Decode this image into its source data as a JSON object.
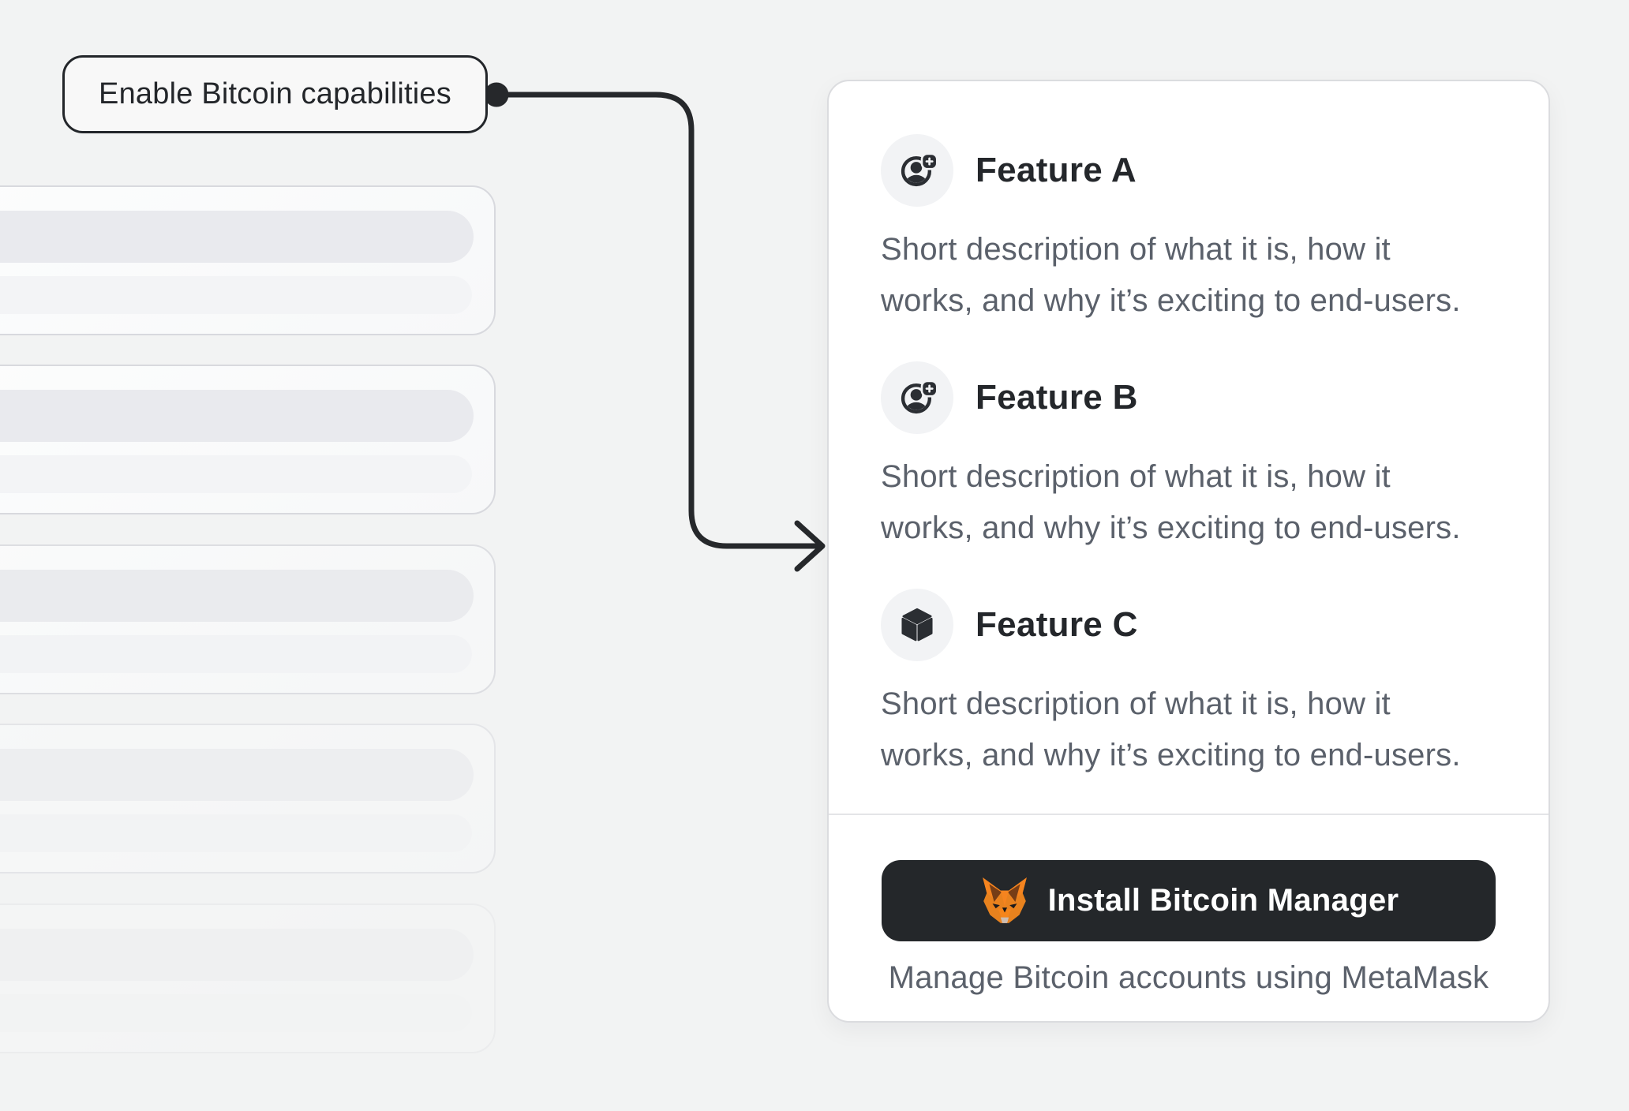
{
  "callout": {
    "label": "Enable Bitcoin capabilities"
  },
  "panel": {
    "features": [
      {
        "title": "Feature A",
        "icon": "user-plus-icon",
        "description_lines": [
          "Short description of what it is, how it",
          "works, and why it’s exciting to end-users."
        ]
      },
      {
        "title": "Feature B",
        "icon": "user-plus-icon",
        "description_lines": [
          "Short description of what it is, how it",
          "works, and why it’s exciting to end-users."
        ]
      },
      {
        "title": "Feature C",
        "icon": "cube-icon",
        "description_lines": [
          "Short description of what it is, how it",
          "works, and why it’s exciting to end-users."
        ]
      }
    ],
    "cta": {
      "label": "Install Bitcoin Manager",
      "icon": "metamask-fox-icon"
    },
    "caption": "Manage Bitcoin accounts using MetaMask"
  },
  "colors": {
    "page_background": "#f2f3f3",
    "dark": "#24272a",
    "text_gray": "#5b616b",
    "icon_circle_bg": "#f2f3f5",
    "card_border": "#dbdcdf",
    "metamask_orange": "#e8821e"
  }
}
